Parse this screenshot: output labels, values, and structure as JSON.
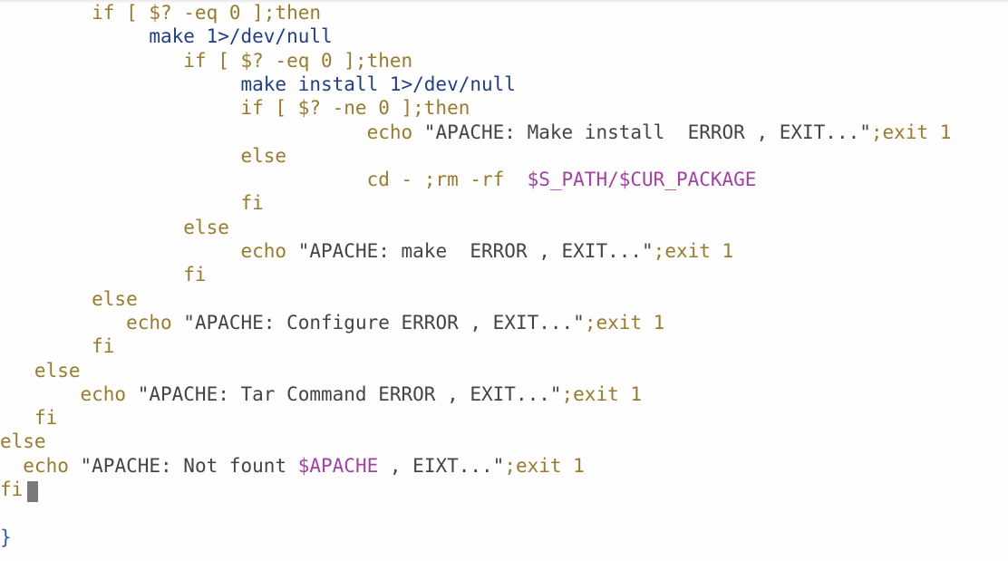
{
  "editor": {
    "lines": [
      {
        "indent": 0,
        "tokens": [
          [
            "kw",
            "        if [ $? -eq 0 ];then"
          ]
        ]
      },
      {
        "indent": 0,
        "tokens": [
          [
            "cmd",
            "             make 1>/dev/null"
          ]
        ]
      },
      {
        "indent": 0,
        "tokens": [
          [
            "kw",
            "                if [ $? -eq 0 ];then"
          ]
        ]
      },
      {
        "indent": 0,
        "tokens": [
          [
            "cmd",
            "                     make install 1>/dev/null"
          ]
        ]
      },
      {
        "indent": 0,
        "tokens": [
          [
            "kw",
            "                     if [ $? -ne 0 ];then"
          ]
        ]
      },
      {
        "indent": 0,
        "tokens": [
          [
            "kw",
            "                                echo "
          ],
          [
            "str",
            "\"APACHE: Make install  ERROR , EXIT...\""
          ],
          [
            "kw",
            ";exit 1"
          ]
        ]
      },
      {
        "indent": 0,
        "tokens": [
          [
            "kw",
            "                     else"
          ]
        ]
      },
      {
        "indent": 0,
        "tokens": [
          [
            "kw",
            "                                cd - ;rm -rf  "
          ],
          [
            "var",
            "$S_PATH/$CUR_PACKAGE"
          ]
        ]
      },
      {
        "indent": 0,
        "tokens": [
          [
            "kw",
            "                     fi"
          ]
        ]
      },
      {
        "indent": 0,
        "tokens": [
          [
            "kw",
            "                else"
          ]
        ]
      },
      {
        "indent": 0,
        "tokens": [
          [
            "kw",
            "                     echo "
          ],
          [
            "str",
            "\"APACHE: make  ERROR , EXIT...\""
          ],
          [
            "kw",
            ";exit 1"
          ]
        ]
      },
      {
        "indent": 0,
        "tokens": [
          [
            "kw",
            "                fi"
          ]
        ]
      },
      {
        "indent": 0,
        "tokens": [
          [
            "kw",
            "        else"
          ]
        ]
      },
      {
        "indent": 0,
        "tokens": [
          [
            "kw",
            "           echo "
          ],
          [
            "str",
            "\"APACHE: Configure ERROR , EXIT...\""
          ],
          [
            "kw",
            ";exit 1"
          ]
        ]
      },
      {
        "indent": 0,
        "tokens": [
          [
            "kw",
            "        fi"
          ]
        ]
      },
      {
        "indent": 0,
        "tokens": [
          [
            "kw",
            "   else"
          ]
        ]
      },
      {
        "indent": 0,
        "tokens": [
          [
            "kw",
            "       echo "
          ],
          [
            "str",
            "\"APACHE: Tar Command ERROR , EXIT...\""
          ],
          [
            "kw",
            ";exit 1"
          ]
        ]
      },
      {
        "indent": 0,
        "tokens": [
          [
            "kw",
            "   fi"
          ]
        ]
      },
      {
        "indent": 0,
        "tokens": [
          [
            "kw",
            "else"
          ]
        ]
      },
      {
        "indent": 0,
        "tokens": [
          [
            "kw",
            "  echo "
          ],
          [
            "str",
            "\"APACHE: Not fount "
          ],
          [
            "var",
            "$APACHE"
          ],
          [
            "str",
            " , EIXT...\""
          ],
          [
            "kw",
            ";exit 1"
          ]
        ]
      },
      {
        "indent": 0,
        "tokens": [
          [
            "kw",
            "fi"
          ]
        ]
      },
      {
        "indent": 0,
        "tokens": [
          [
            "plain",
            ""
          ]
        ]
      },
      {
        "indent": 0,
        "tokens": [
          [
            "brace",
            "}"
          ]
        ]
      }
    ]
  },
  "colors": {
    "keyword": "#9a7b2c",
    "command": "#1f3f8a",
    "string": "#444444",
    "variable": "#a63fa6",
    "brace": "#2a5db0",
    "background": "#fefefe",
    "cursor": "#7a7a7a"
  }
}
